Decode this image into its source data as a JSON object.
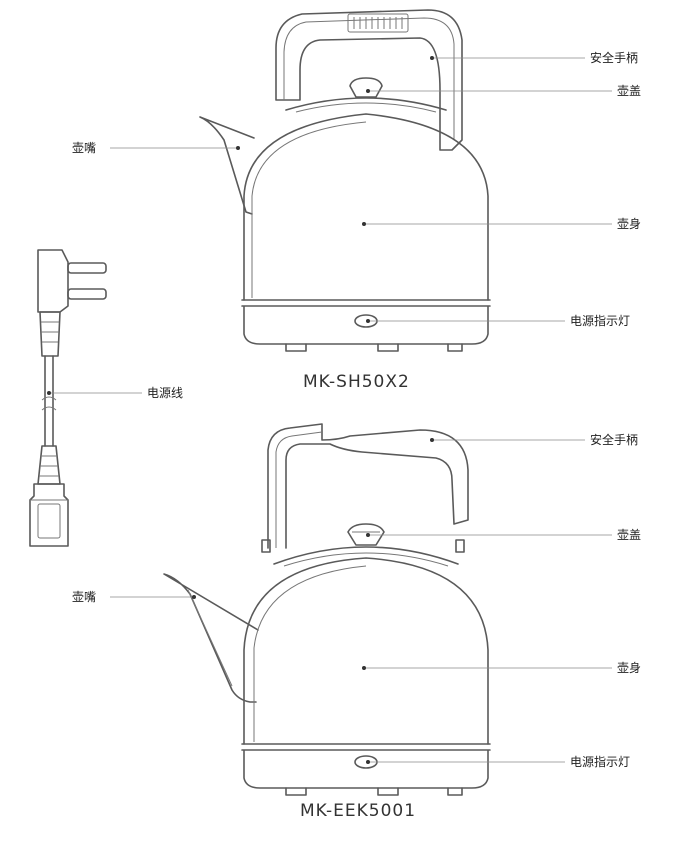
{
  "models": {
    "top": "MK-SH50X2",
    "bottom": "MK-EEK5001"
  },
  "top_labels": {
    "handle": "安全手柄",
    "lid": "壶盖",
    "spout": "壶嘴",
    "body": "壶身",
    "indicator": "电源指示灯"
  },
  "bottom_labels": {
    "handle": "安全手柄",
    "lid": "壶盖",
    "spout": "壶嘴",
    "body": "壶身",
    "indicator": "电源指示灯"
  },
  "cord_label": "电源线"
}
